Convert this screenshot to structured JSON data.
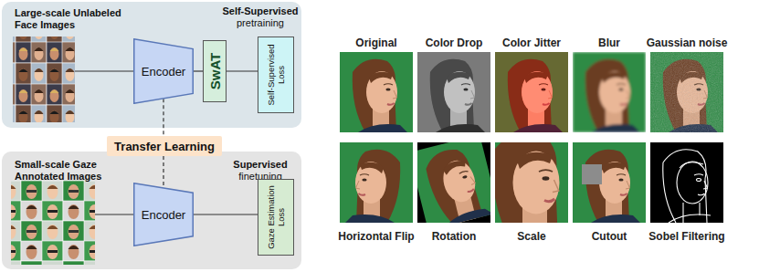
{
  "diagram": {
    "nodes": [
      {
        "text": [
          "Large-scale Unlabeled Face Images",
          "Self-Supervised pretraining"
        ]
      },
      {
        "text": [
          "Encoder"
        ],
        "in": 0
      },
      {
        "text": [
          "SwAT"
        ],
        "in": 0
      },
      {
        "text": [
          "Self-Supervised Loss"
        ],
        "in": 0
      },
      {
        "text": [
          "Transfer Learning"
        ]
      },
      {
        "text": [
          "Small-scale Gaze Annotated Images",
          "Supervised finetuning"
        ]
      },
      {
        "text": [
          "Encoder"
        ],
        "in": 5
      },
      {
        "text": [
          "Gaze Estimation Loss"
        ],
        "in": 5
      }
    ],
    "edges": [
      {
        "from": 1,
        "to": 2,
        "arrow": "none"
      },
      {
        "from": 2,
        "to": 3,
        "arrow": "none"
      },
      {
        "from": 6,
        "to": 7,
        "arrow": "none"
      },
      {
        "from": 1,
        "to": 4,
        "arrow": "none"
      },
      {
        "from": 4,
        "to": 6,
        "arrow": "none"
      }
    ],
    "labels": [
      "Original",
      "Color Drop",
      "Color Jitter",
      "Blur",
      "Gaussian noise",
      "Horizontal Flip",
      "Rotation",
      "Scale",
      "Cutout",
      "Sobel Filtering"
    ]
  }
}
